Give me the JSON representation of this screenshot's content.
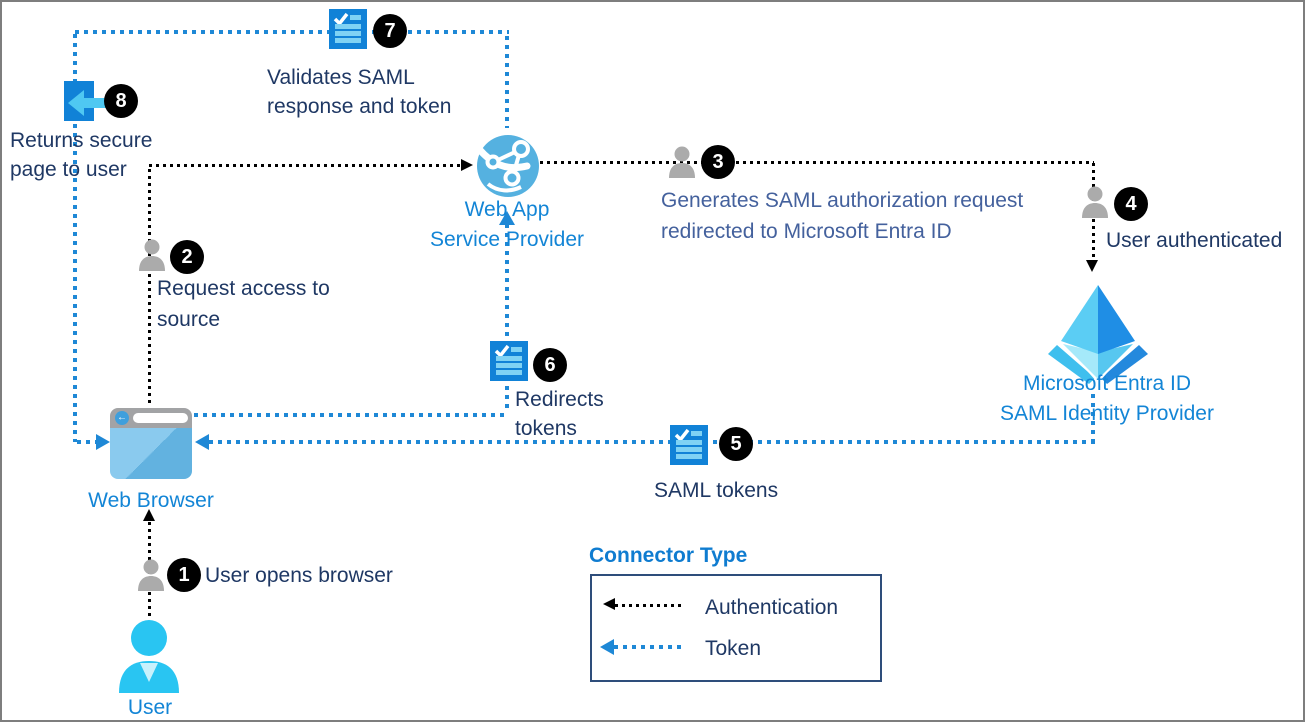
{
  "colors": {
    "accent_blue": "#1385d6",
    "navy_text": "#1f3864",
    "slate_text": "#44619d",
    "token_line": "#1e88d6",
    "auth_line": "#000000",
    "doc_icon_blue": "#1182d7",
    "person_gray": "#ababab",
    "user_cyan": "#29c5f2"
  },
  "nodes": {
    "web_app": {
      "line1": "Web App",
      "line2": "Service Provider"
    },
    "web_browser": {
      "label": "Web Browser"
    },
    "user": {
      "label": "User"
    },
    "entra": {
      "line1": "Microsoft Entra ID",
      "line2": "SAML Identity Provider"
    }
  },
  "steps": {
    "s1": {
      "num": "1",
      "text": "User opens browser"
    },
    "s2": {
      "num": "2",
      "line1": "Request access to",
      "line2": "source"
    },
    "s3": {
      "num": "3",
      "line1": "Generates SAML authorization request",
      "line2": "redirected to Microsoft Entra ID"
    },
    "s4": {
      "num": "4",
      "text": "User authenticated"
    },
    "s5": {
      "num": "5",
      "text": "SAML tokens"
    },
    "s6": {
      "num": "6",
      "line1": "Redirects",
      "line2": "tokens"
    },
    "s7": {
      "num": "7",
      "line1": "Validates SAML",
      "line2": "response and token"
    },
    "s8": {
      "num": "8",
      "line1": "Returns secure",
      "line2": "page to user"
    }
  },
  "legend": {
    "title": "Connector Type",
    "items": [
      {
        "label": "Authentication",
        "line_color": "#000000"
      },
      {
        "label": "Token",
        "line_color": "#1e88d6"
      }
    ]
  }
}
